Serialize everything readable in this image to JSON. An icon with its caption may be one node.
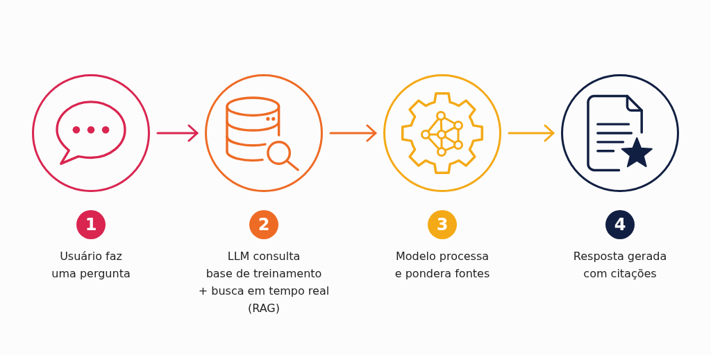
{
  "diagram": {
    "nodes": [
      {
        "text": [],
        "shape": "circle"
      },
      {
        "text": [
          "1"
        ],
        "beside": [
          "Usuário faz uma pergunta"
        ]
      },
      {
        "text": [],
        "shape": "circle"
      },
      {
        "text": [
          "2"
        ],
        "beside": [
          "LLM consulta base de treinamento + busca em tempo real (RAG)"
        ]
      },
      {
        "text": [],
        "shape": "circle"
      },
      {
        "text": [
          "3"
        ],
        "beside": [
          "Modelo processa e pondera fontes"
        ]
      },
      {
        "text": [],
        "shape": "circle"
      },
      {
        "text": [
          "4"
        ],
        "beside": [
          "Resposta gerada com citações"
        ]
      }
    ],
    "edges": [
      {
        "from": 0,
        "to": 2,
        "arrow": "to",
        "color": "#d92550"
      },
      {
        "from": 2,
        "to": 4,
        "arrow": "to",
        "color": "#ee6b25"
      },
      {
        "from": 4,
        "to": 6,
        "arrow": "to",
        "color": "#f4a916"
      }
    ]
  }
}
